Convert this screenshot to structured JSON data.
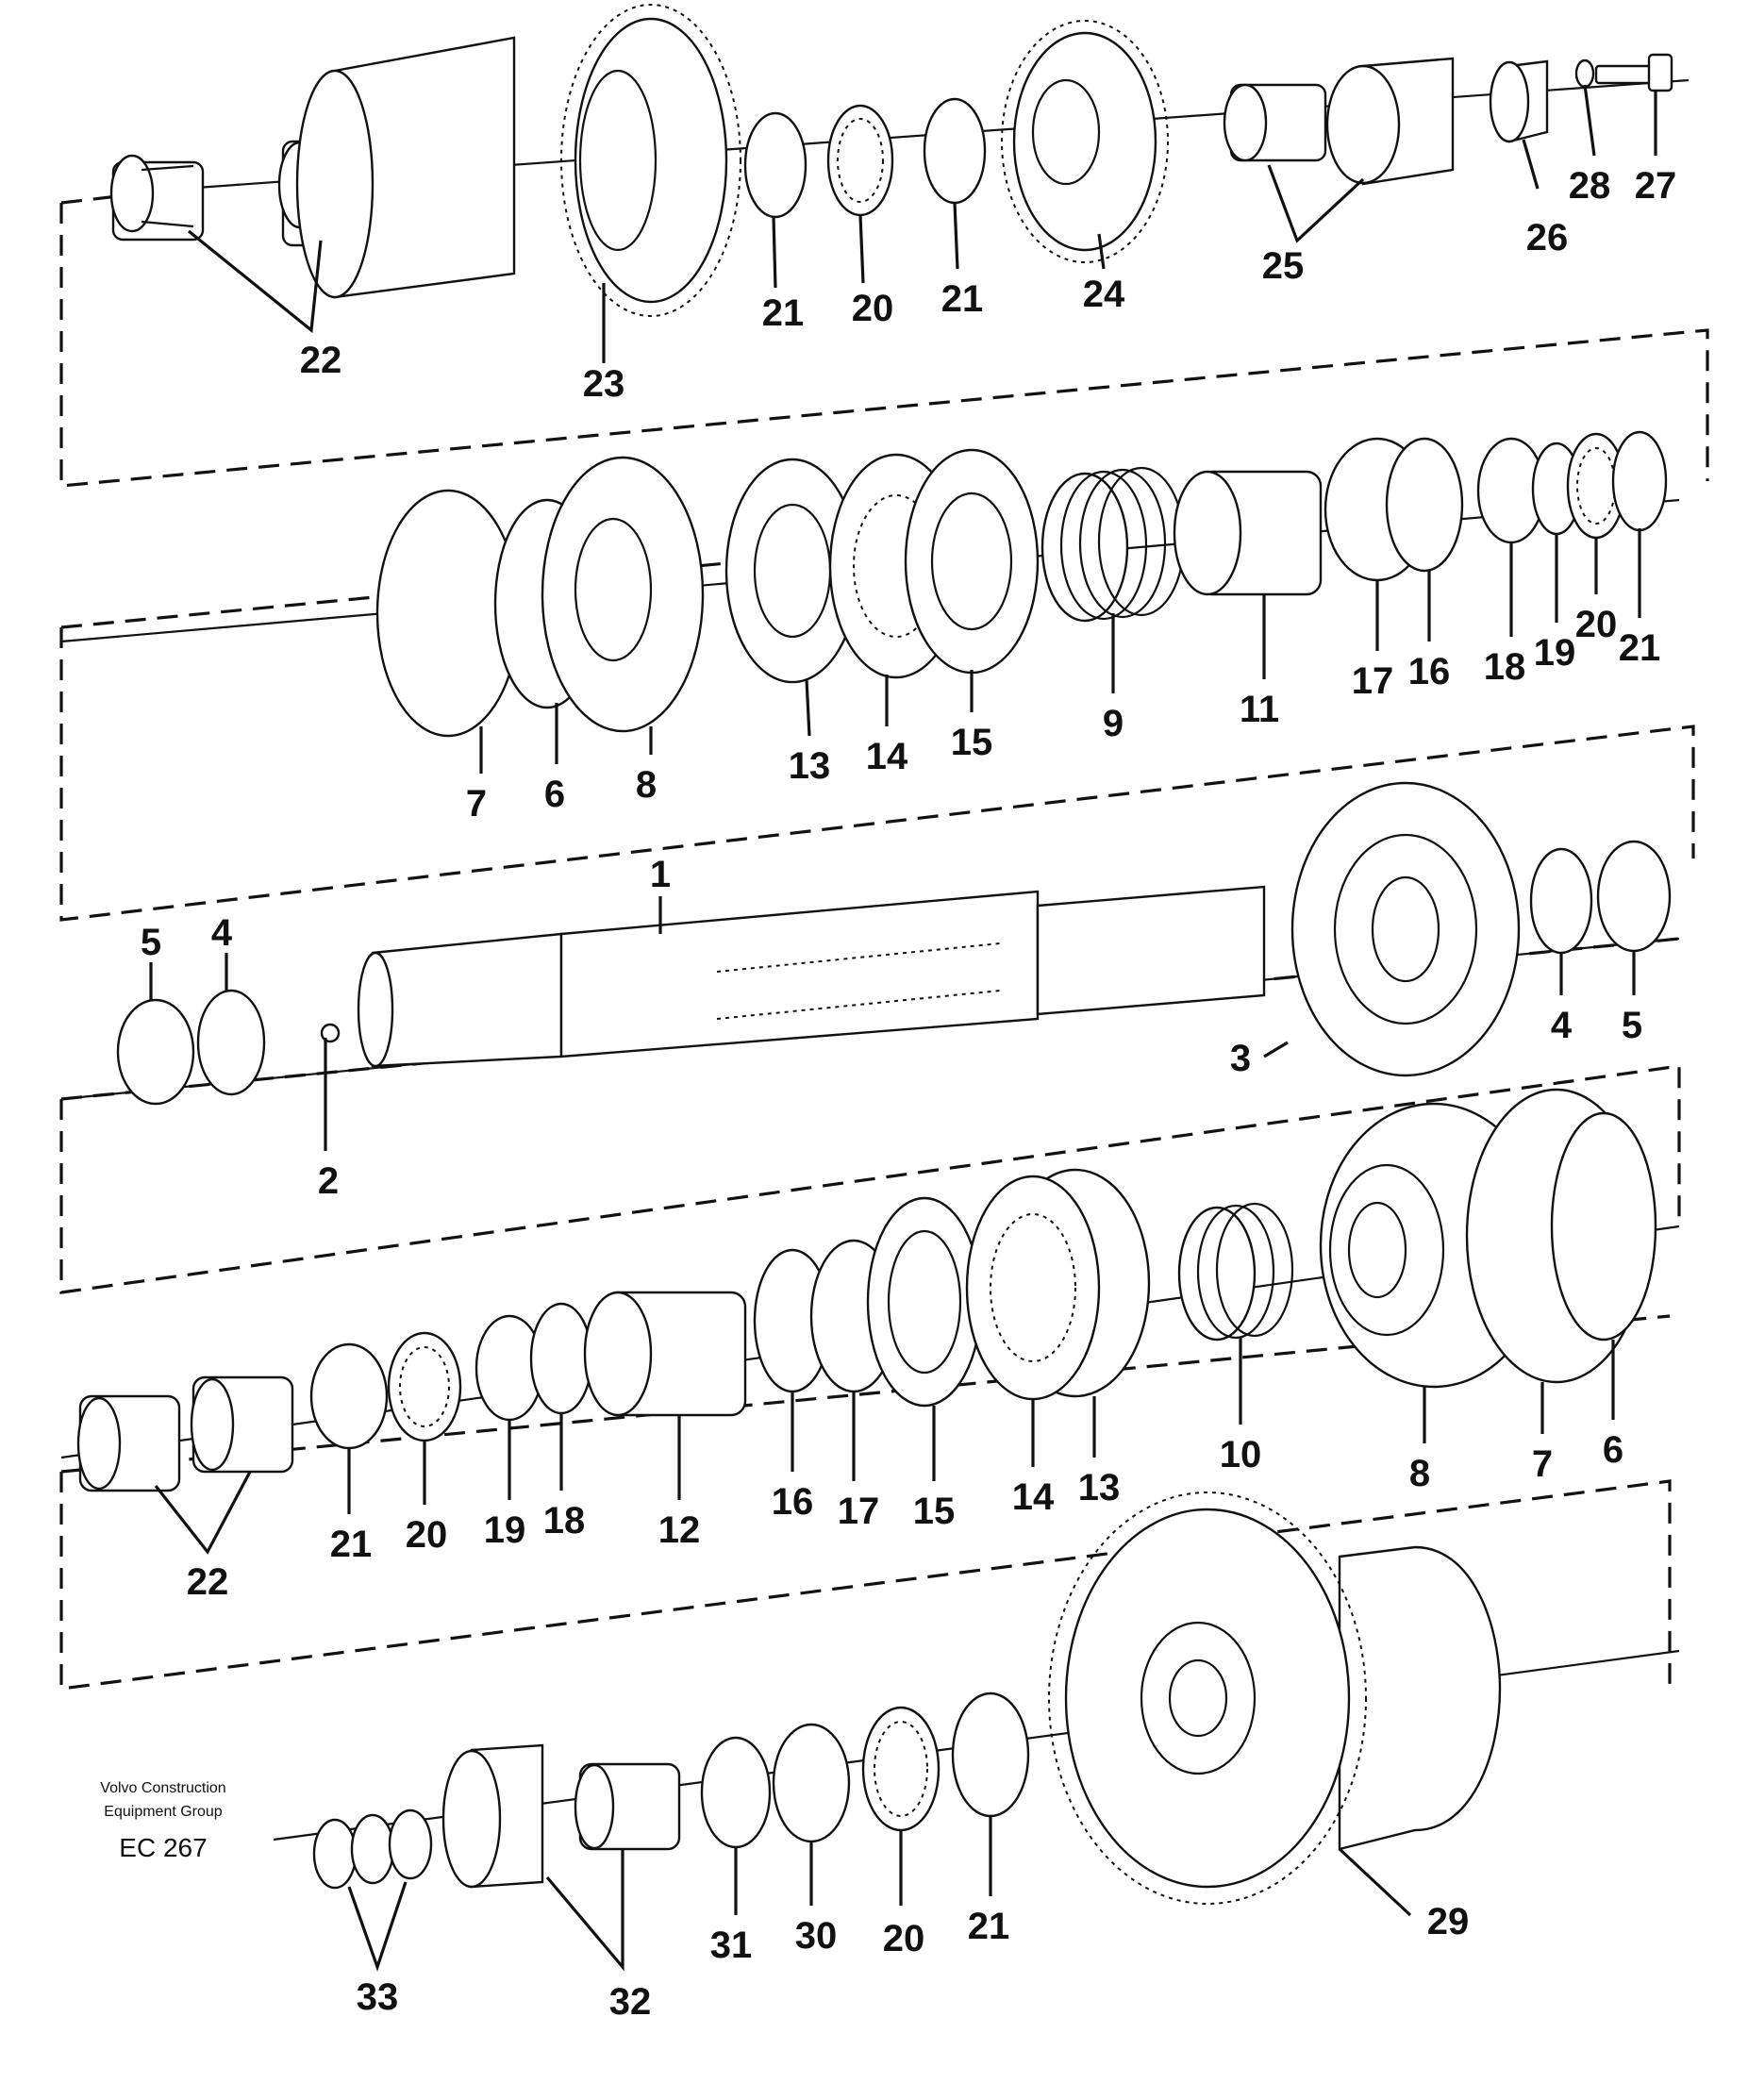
{
  "diagram": {
    "caption": {
      "org_line1": "Volvo Construction",
      "org_line2": "Equipment Group",
      "code": "EC 267"
    },
    "labels": [
      "22",
      "23",
      "21",
      "20",
      "21",
      "24",
      "25",
      "26",
      "28",
      "27",
      "7",
      "6",
      "8",
      "13",
      "14",
      "15",
      "9",
      "11",
      "17",
      "16",
      "18",
      "19",
      "20",
      "21",
      "1",
      "5",
      "4",
      "2",
      "3",
      "4",
      "5",
      "22",
      "21",
      "20",
      "19",
      "18",
      "12",
      "16",
      "17",
      "15",
      "14",
      "13",
      "10",
      "8",
      "7",
      "6",
      "33",
      "32",
      "31",
      "30",
      "20",
      "21",
      "29"
    ]
  }
}
